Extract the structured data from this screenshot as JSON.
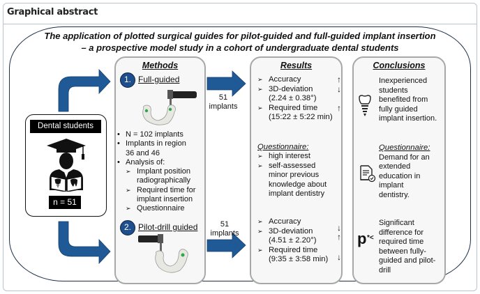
{
  "header": {
    "title": "Graphical abstract"
  },
  "main_title": {
    "line1": "The application of plotted surgical guides for pilot-guided and full-guided implant insertion",
    "line2": "– a prospective model study in a cohort of undergraduate dental students"
  },
  "students": {
    "label": "Dental students",
    "count": "n = 51",
    "icon": "graduate-reading-book-icon"
  },
  "colors": {
    "arrow_blue": "#1f5a96",
    "panel_border": "#a8a8a8",
    "panel_bg": "#f7f7f7",
    "frame_border": "#1b2f4a"
  },
  "methods": {
    "title": "Methods",
    "step1": {
      "number": "1.",
      "label": "Full-guided"
    },
    "step2": {
      "number": "2.",
      "label": "Pilot-drill guided"
    },
    "bullets": [
      "N = 102 implants",
      "Implants in region",
      "36 and 46",
      "Analysis of:"
    ],
    "sub_bullets": [
      [
        "Implant position",
        "radiographically"
      ],
      [
        "Required time for",
        "implant insertion"
      ],
      [
        "Questionnaire"
      ]
    ]
  },
  "arrows": {
    "top": {
      "count": "51",
      "unit": "implants"
    },
    "bottom": {
      "count": "51",
      "unit": "implants"
    }
  },
  "results": {
    "title": "Results",
    "full_guided": [
      {
        "label": "Accuracy",
        "trend": "↑",
        "detail": ""
      },
      {
        "label": "3D-deviation",
        "trend": "↓",
        "detail": "(2.24 ± 0.38°)"
      },
      {
        "label": "Required time",
        "trend": "↑",
        "detail": "(15:22 ± 5:22 min)"
      }
    ],
    "questionnaire": {
      "heading": "Questionnaire:",
      "items": [
        [
          "high interest"
        ],
        [
          "self-assessed",
          "minor previous",
          "knowledge about",
          "implant dentistry"
        ]
      ]
    },
    "pilot_drill": [
      {
        "label": "Accuracy",
        "trend": "↓",
        "detail": ""
      },
      {
        "label": "3D-deviation",
        "trend": "↑",
        "detail": "(4.51 ± 2.20°)"
      },
      {
        "label": "Required time",
        "trend": "↓",
        "detail": "(9:35 ± 3:58 min)"
      }
    ]
  },
  "conclusions": {
    "title": "Conclusions",
    "items": [
      {
        "icon": "dental-implant-icon",
        "lines": [
          "Inexperienced",
          "students",
          "benefited from",
          "fully guided",
          "implant insertion."
        ]
      },
      {
        "icon": "document-check-icon",
        "heading": "Questionnaire:",
        "lines": [
          "Demand for an",
          "extended",
          "education in",
          "implant",
          "dentistry."
        ]
      },
      {
        "icon": "p-value-icon",
        "icon_text": "p",
        "icon_sub": "*<",
        "lines": [
          "Significant",
          "difference for",
          "required time",
          "between fully-",
          "guided and pilot-",
          "drill"
        ]
      }
    ]
  }
}
